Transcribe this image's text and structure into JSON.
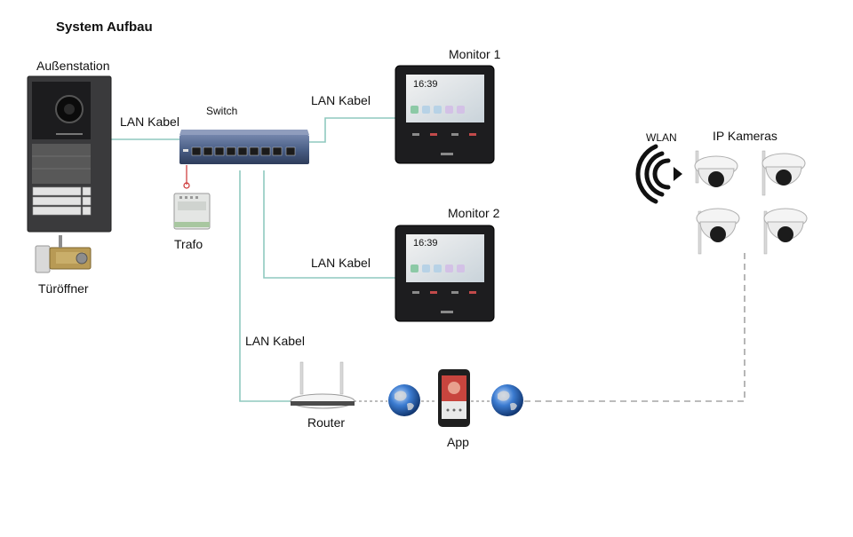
{
  "title": "System Aufbau",
  "labels": {
    "outdoor_station": "Außenstation",
    "door_opener": "Türöffner",
    "switch": "Switch",
    "transformer": "Trafo",
    "lan_cable_1": "LAN Kabel",
    "lan_cable_2": "LAN Kabel",
    "lan_cable_3": "LAN Kabel",
    "lan_cable_4": "LAN Kabel",
    "monitor_1": "Monitor 1",
    "monitor_2": "Monitor 2",
    "router": "Router",
    "app": "App",
    "wlan": "WLAN",
    "ip_cameras": "IP Kameras"
  },
  "monitor_screen": {
    "time_1": "16:39",
    "time_2": "16:39"
  },
  "colors": {
    "cable": "#8fc9bf",
    "dashed_link": "#7a7a7a",
    "device_dark": "#1d1d1f",
    "switch_blue": "#4a5f86",
    "globe_blue": "#2d64b3"
  },
  "icons": {
    "wireless": "wifi-signal-icon",
    "internet": "globe-icon"
  }
}
